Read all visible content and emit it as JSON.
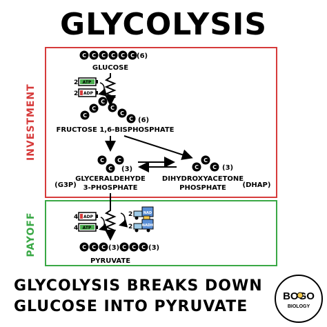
{
  "title": "GLYCOLYSIS",
  "sections": {
    "investment": "INVESTMENT",
    "payoff": "PAYOFF"
  },
  "carbon_symbol": "C",
  "molecules": {
    "glucose": {
      "name": "GLUCOSE",
      "count": "(6)"
    },
    "fructose": {
      "name": "FRUCTOSE 1,6-BISPHOSPHATE",
      "count": "(6)"
    },
    "g3p": {
      "name_line1": "GLYCERALDEHYDE",
      "name_line2": "3-PHOSPHATE",
      "count": "(3)",
      "abbrev": "(G3P)"
    },
    "dhap": {
      "name_line1": "DIHYDROXYACETONE",
      "name_line2": "PHOSPHATE",
      "count": "(3)",
      "abbrev": "(DHAP)"
    },
    "pyruvate": {
      "name": "PYRUVATE",
      "count_a": "(3)",
      "count_b": "(3)"
    }
  },
  "cofactors": {
    "inv_atp_count": "2",
    "inv_atp_label": "ATP",
    "inv_adp_count": "2",
    "inv_adp_label": "ADP",
    "pay_adp_count": "4",
    "pay_adp_label": "ADP",
    "pay_atp_count": "4",
    "pay_atp_label": "ATP",
    "nad_count": "2",
    "nad_label": "NAD",
    "nadh_count": "2",
    "nadh_label": "NADH"
  },
  "footer": {
    "line1": "GLYCOLYSIS BREAKS DOWN",
    "line2": "GLUCOSE INTO PYRUVATE"
  },
  "logo": {
    "top": "BOGO",
    "bottom": "BIOLOGY"
  },
  "colors": {
    "investment": "#d63a3a",
    "payoff": "#39a845",
    "atp_fill": "#4caf50",
    "adp_fill": "#d63a3a"
  }
}
